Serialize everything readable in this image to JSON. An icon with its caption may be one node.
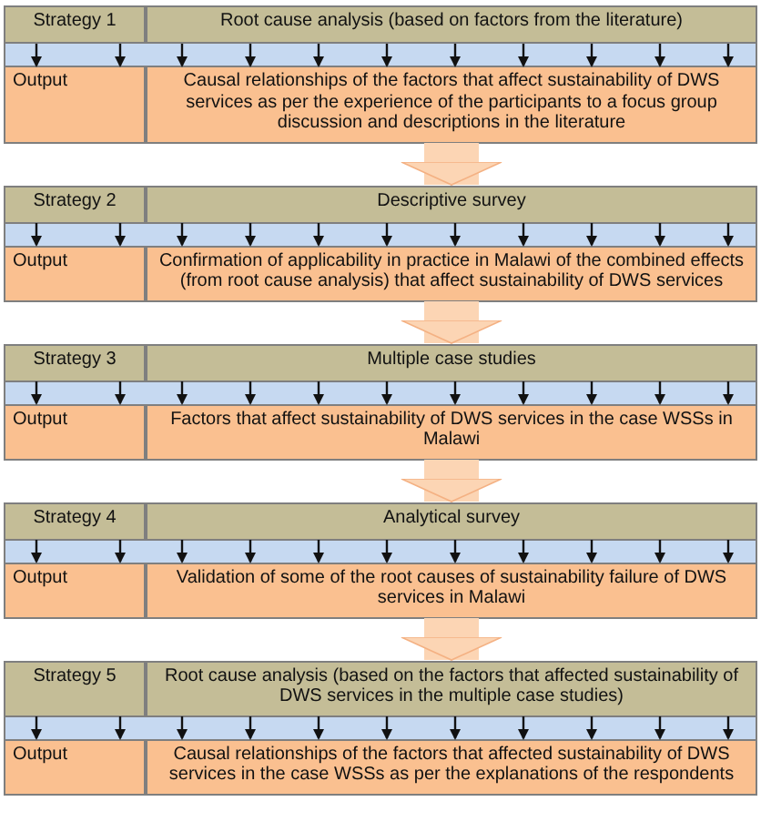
{
  "diagram": {
    "nodes": [
      {
        "text": [
          "Strategy 1"
        ]
      },
      {
        "text": [
          "Root cause analysis (based on factors from the literature)"
        ]
      },
      {
        "text": [
          "Output"
        ]
      },
      {
        "text": [
          "Causal relationships of the factors that affect sustainability of DWS services as per the experience of the participants to a focus group discussion and descriptions in the literature"
        ]
      },
      {
        "text": [
          "Strategy 2"
        ]
      },
      {
        "text": [
          "Descriptive survey"
        ]
      },
      {
        "text": [
          "Output"
        ]
      },
      {
        "text": [
          "Confirmation of applicability in practice in Malawi of the combined effects (from root cause analysis) that affect sustainability of DWS services"
        ]
      },
      {
        "text": [
          "Strategy 3"
        ]
      },
      {
        "text": [
          "Multiple case studies"
        ]
      },
      {
        "text": [
          "Output"
        ]
      },
      {
        "text": [
          "Factors that affect sustainability of DWS services in the case WSSs in Malawi"
        ]
      },
      {
        "text": [
          "Strategy 4"
        ]
      },
      {
        "text": [
          "Analytical survey"
        ]
      },
      {
        "text": [
          "Output"
        ]
      },
      {
        "text": [
          "Validation of some of the root causes of sustainability failure of DWS services in Malawi"
        ]
      },
      {
        "text": [
          "Strategy 5"
        ]
      },
      {
        "text": [
          "Root cause analysis (based on the factors that affected sustainability of DWS services in the multiple case studies)"
        ]
      },
      {
        "text": [
          "Output"
        ]
      },
      {
        "text": [
          "Causal relationships of the factors that affected sustainability of DWS services in the case WSSs as per the explanations of the respondents"
        ]
      }
    ],
    "edges": [
      {
        "from": 0,
        "to": 2,
        "arrow": "to"
      },
      {
        "from": 0,
        "to": 2,
        "arrow": "to"
      },
      {
        "from": 1,
        "to": 3,
        "arrow": "to"
      },
      {
        "from": 1,
        "to": 3,
        "arrow": "to"
      },
      {
        "from": 1,
        "to": 3,
        "arrow": "to"
      },
      {
        "from": 1,
        "to": 3,
        "arrow": "to"
      },
      {
        "from": 1,
        "to": 3,
        "arrow": "to"
      },
      {
        "from": 1,
        "to": 3,
        "arrow": "to"
      },
      {
        "from": 1,
        "to": 3,
        "arrow": "to"
      },
      {
        "from": 1,
        "to": 3,
        "arrow": "to"
      },
      {
        "from": 1,
        "to": 3,
        "arrow": "to"
      },
      {
        "from": 3,
        "to": 5,
        "arrow": "to",
        "style": "thick",
        "color": "#fcd5b4"
      },
      {
        "from": 4,
        "to": 6,
        "arrow": "to"
      },
      {
        "from": 4,
        "to": 6,
        "arrow": "to"
      },
      {
        "from": 5,
        "to": 7,
        "arrow": "to"
      },
      {
        "from": 5,
        "to": 7,
        "arrow": "to"
      },
      {
        "from": 5,
        "to": 7,
        "arrow": "to"
      },
      {
        "from": 5,
        "to": 7,
        "arrow": "to"
      },
      {
        "from": 5,
        "to": 7,
        "arrow": "to"
      },
      {
        "from": 5,
        "to": 7,
        "arrow": "to"
      },
      {
        "from": 5,
        "to": 7,
        "arrow": "to"
      },
      {
        "from": 5,
        "to": 7,
        "arrow": "to"
      },
      {
        "from": 5,
        "to": 7,
        "arrow": "to"
      },
      {
        "from": 7,
        "to": 9,
        "arrow": "to",
        "style": "thick",
        "color": "#fcd5b4"
      },
      {
        "from": 8,
        "to": 10,
        "arrow": "to"
      },
      {
        "from": 8,
        "to": 10,
        "arrow": "to"
      },
      {
        "from": 9,
        "to": 11,
        "arrow": "to"
      },
      {
        "from": 9,
        "to": 11,
        "arrow": "to"
      },
      {
        "from": 9,
        "to": 11,
        "arrow": "to"
      },
      {
        "from": 9,
        "to": 11,
        "arrow": "to"
      },
      {
        "from": 9,
        "to": 11,
        "arrow": "to"
      },
      {
        "from": 9,
        "to": 11,
        "arrow": "to"
      },
      {
        "from": 9,
        "to": 11,
        "arrow": "to"
      },
      {
        "from": 9,
        "to": 11,
        "arrow": "to"
      },
      {
        "from": 9,
        "to": 11,
        "arrow": "to"
      },
      {
        "from": 11,
        "to": 13,
        "arrow": "to",
        "style": "thick",
        "color": "#fcd5b4"
      },
      {
        "from": 12,
        "to": 14,
        "arrow": "to"
      },
      {
        "from": 12,
        "to": 14,
        "arrow": "to"
      },
      {
        "from": 13,
        "to": 15,
        "arrow": "to"
      },
      {
        "from": 13,
        "to": 15,
        "arrow": "to"
      },
      {
        "from": 13,
        "to": 15,
        "arrow": "to"
      },
      {
        "from": 13,
        "to": 15,
        "arrow": "to"
      },
      {
        "from": 13,
        "to": 15,
        "arrow": "to"
      },
      {
        "from": 13,
        "to": 15,
        "arrow": "to"
      },
      {
        "from": 13,
        "to": 15,
        "arrow": "to"
      },
      {
        "from": 13,
        "to": 15,
        "arrow": "to"
      },
      {
        "from": 13,
        "to": 15,
        "arrow": "to"
      },
      {
        "from": 15,
        "to": 17,
        "arrow": "to",
        "style": "thick",
        "color": "#fcd5b4"
      },
      {
        "from": 16,
        "to": 18,
        "arrow": "to"
      },
      {
        "from": 16,
        "to": 18,
        "arrow": "to"
      },
      {
        "from": 17,
        "to": 19,
        "arrow": "to"
      },
      {
        "from": 17,
        "to": 19,
        "arrow": "to"
      },
      {
        "from": 17,
        "to": 19,
        "arrow": "to"
      },
      {
        "from": 17,
        "to": 19,
        "arrow": "to"
      },
      {
        "from": 17,
        "to": 19,
        "arrow": "to"
      },
      {
        "from": 17,
        "to": 19,
        "arrow": "to"
      },
      {
        "from": 17,
        "to": 19,
        "arrow": "to"
      },
      {
        "from": 17,
        "to": 19,
        "arrow": "to"
      },
      {
        "from": 17,
        "to": 19,
        "arrow": "to"
      }
    ]
  }
}
